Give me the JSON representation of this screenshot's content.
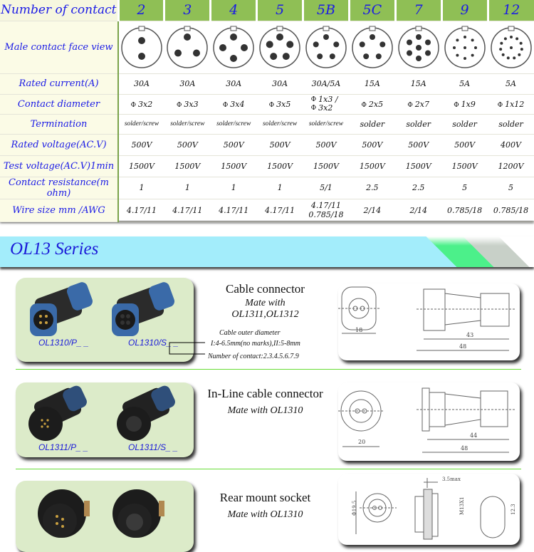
{
  "spec_table": {
    "header_label": "Number of contact",
    "contacts": [
      "2",
      "3",
      "4",
      "5",
      "5B",
      "5C",
      "7",
      "9",
      "12"
    ],
    "rows": [
      {
        "label": "Male contact face view",
        "type": "face"
      },
      {
        "label": "Rated current(A)",
        "values": [
          "30A",
          "30A",
          "30A",
          "30A",
          "30A/5A",
          "15A",
          "15A",
          "5A",
          "5A"
        ]
      },
      {
        "label": "Contact diameter",
        "phi": "Φ",
        "values": [
          "3x2",
          "3x3",
          "3x4",
          "3x5",
          "1x3 / 3x2",
          "2x5",
          "2x7",
          "1x9",
          "1x12"
        ]
      },
      {
        "label": "Termination",
        "values": [
          "solder/screw",
          "solder/screw",
          "solder/screw",
          "solder/screw",
          "solder/screw",
          "solder",
          "solder",
          "solder",
          "solder"
        ]
      },
      {
        "label": "Rated voltage(AC.V)",
        "values": [
          "500V",
          "500V",
          "500V",
          "500V",
          "500V",
          "500V",
          "500V",
          "500V",
          "400V"
        ]
      },
      {
        "label": "Test voltage(AC.V)1min",
        "values": [
          "1500V",
          "1500V",
          "1500V",
          "1500V",
          "1500V",
          "1500V",
          "1500V",
          "1500V",
          "1200V"
        ]
      },
      {
        "label": "Contact resistance(m ohm)",
        "values": [
          "1",
          "1",
          "1",
          "1",
          "5/1",
          "2.5",
          "2.5",
          "5",
          "5"
        ]
      },
      {
        "label": "Wire size mm /AWG",
        "values": [
          "4.17/11",
          "4.17/11",
          "4.17/11",
          "4.17/11",
          "4.17/11 0.785/18",
          "2/14",
          "2/14",
          "0.785/18",
          "0.785/18"
        ]
      }
    ]
  },
  "series_title": "OL13 Series",
  "colors": {
    "header_green": "#8fbf55",
    "banner_cyan": "#a3edfb",
    "label_blue": "#1a1ae6",
    "stripe_green": "#4cf08a",
    "stripe_gray": "#c8d0c8"
  },
  "products": [
    {
      "title": "Cable connector",
      "sub1": "Mate with",
      "sub2": "OL1311,OL1312",
      "code_p": "OL1310/P_ _",
      "code_s": "OL1310/S_ _",
      "note1": "Cable outer diameter",
      "note2": "I:4-6.5mm(no marks),II:5-8mm",
      "note3": "Number of contact:2.3.4.5.6.7.9",
      "dims": [
        "18",
        "43",
        "48"
      ]
    },
    {
      "title": "In-Line cable connector",
      "sub1": "Mate with OL1310",
      "code_p": "OL1311/P_ _",
      "code_s": "OL1311/S_ _",
      "dims": [
        "20",
        "44",
        "48"
      ]
    },
    {
      "title": "Rear mount socket",
      "sub1": "Mate with OL1310",
      "dims": [
        "3.5max",
        "Φ19.5",
        "M13X1",
        "12.3"
      ]
    }
  ]
}
